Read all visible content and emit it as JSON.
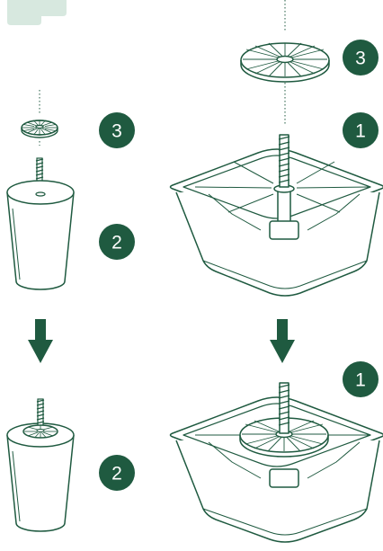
{
  "colors": {
    "ink": "#1f5a40",
    "badge": "#1f5a40",
    "accent_light": "#d7e8df",
    "background": "#ffffff"
  },
  "badges": {
    "left_top_washer": "3",
    "left_cylinder": "2",
    "left_result": "2",
    "right_top_washer": "3",
    "right_square_foot": "1",
    "right_result": "1"
  },
  "arrows": [
    "arrow-down-icon",
    "arrow-down-icon"
  ]
}
